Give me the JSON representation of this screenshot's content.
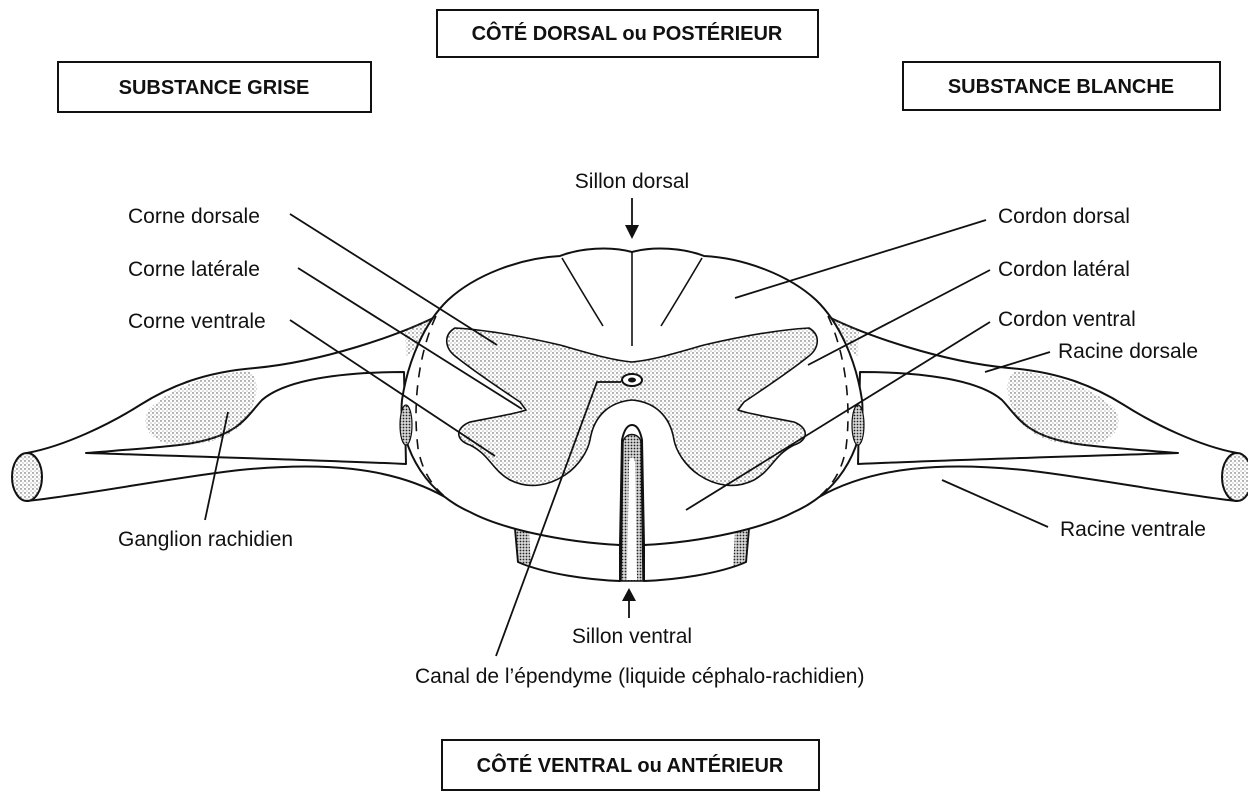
{
  "boxes": {
    "dorsal_side": "CÔTÉ DORSAL ou POSTÉRIEUR",
    "grey_matter": "SUBSTANCE GRISE",
    "white_matter": "SUBSTANCE BLANCHE",
    "ventral_side": "CÔTÉ VENTRAL ou ANTÉRIEUR"
  },
  "labels": {
    "dorsal_sulcus": "Sillon dorsal",
    "dorsal_horn": "Corne dorsale",
    "lateral_horn": "Corne latérale",
    "ventral_horn": "Corne ventrale",
    "dorsal_column": "Cordon dorsal",
    "lateral_column": "Cordon latéral",
    "ventral_column": "Cordon ventral",
    "dorsal_root": "Racine dorsale",
    "spinal_ganglion": "Ganglion rachidien",
    "ventral_root": "Racine ventrale",
    "ventral_sulcus": "Sillon ventral",
    "central_canal": "Canal de l’épendyme (liquide céphalo-rachidien)"
  }
}
